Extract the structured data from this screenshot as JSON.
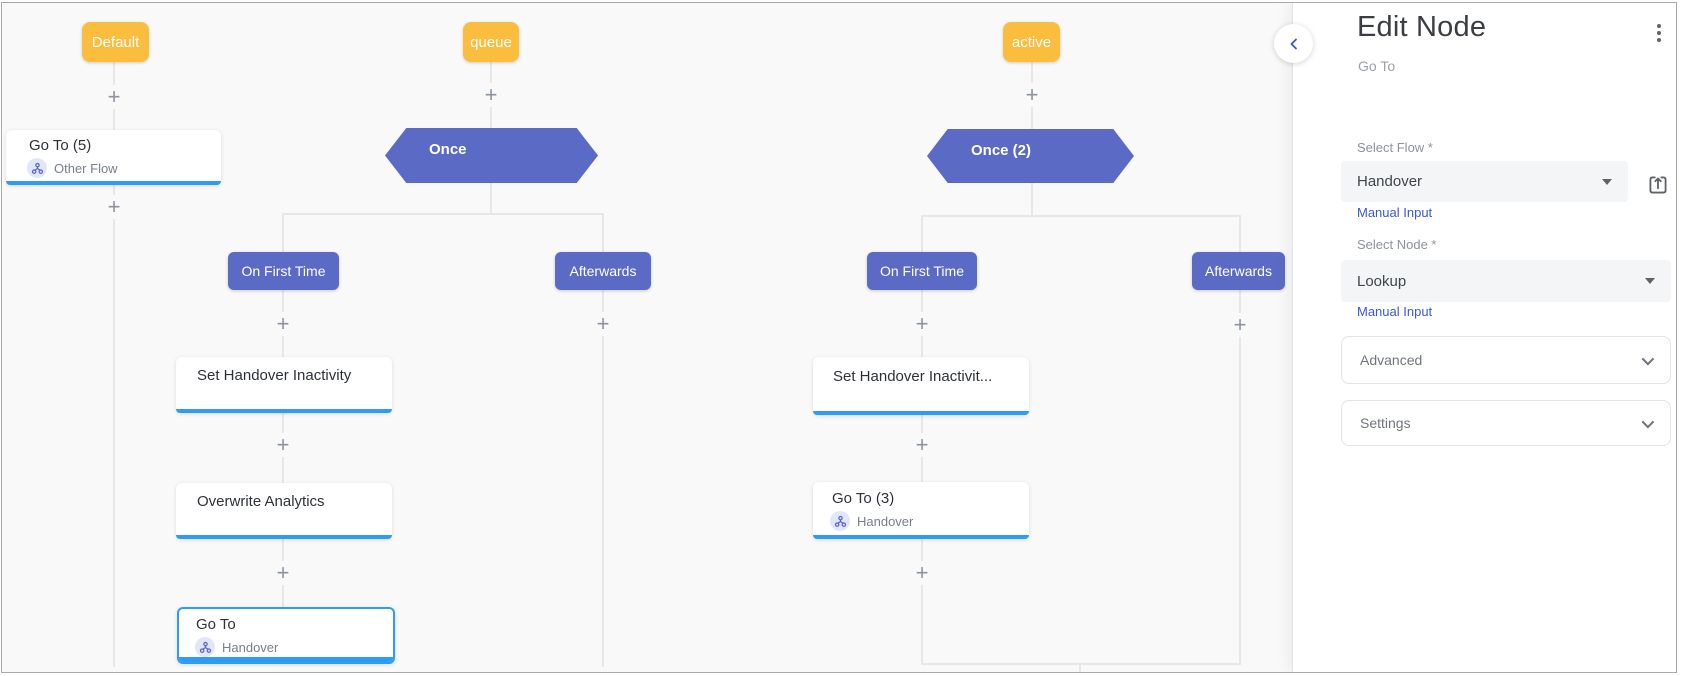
{
  "canvas": {
    "plus": "+",
    "badges": [
      {
        "label": "Default"
      },
      {
        "label": "queue"
      },
      {
        "label": "active"
      }
    ],
    "hexagons": [
      {
        "label": "Once"
      },
      {
        "label": "Once (2)"
      }
    ],
    "pills": [
      {
        "label": "On First Time"
      },
      {
        "label": "Afterwards"
      },
      {
        "label": "On First Time"
      },
      {
        "label": "Afterwards"
      }
    ],
    "cards": [
      {
        "title": "Go To (5)",
        "chip": "Other Flow"
      },
      {
        "title": "Set Handover Inactivity"
      },
      {
        "title": "Overwrite Analytics"
      },
      {
        "title": "Go To",
        "chip": "Handover",
        "state": "selected"
      },
      {
        "title": "Set Handover Inactivit..."
      },
      {
        "title": "Go To (3)",
        "chip": "Handover"
      }
    ]
  },
  "panel": {
    "title": "Edit Node",
    "node_type": "Go To",
    "select_flow": {
      "label": "Select Flow *",
      "value": "Handover",
      "manual_link": "Manual Input"
    },
    "select_node": {
      "label": "Select Node *",
      "value": "Lookup",
      "manual_link": "Manual Input"
    },
    "advanced_label": "Advanced",
    "settings_label": "Settings"
  },
  "colors": {
    "accent_blue": "#2f9cf4",
    "node_indigo": "#5b6ac4",
    "badge_yellow": "#fbbd3d",
    "link_blue": "#3a57d6",
    "canvas_bg": "#f9f9f9"
  }
}
